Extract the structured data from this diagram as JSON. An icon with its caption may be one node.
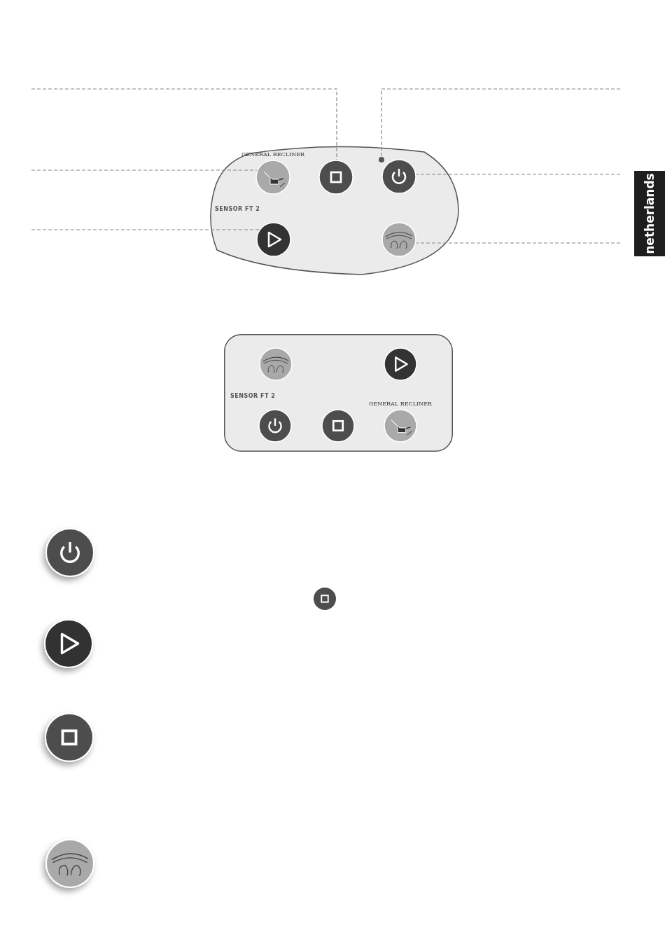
{
  "diagram": {
    "nodes": [
      {
        "text": [
          "SENSOR FT 2"
        ]
      },
      {
        "text": [
          "GENERAL RECLINER"
        ],
        "in": 0
      },
      {
        "text": [],
        "shape": "circle",
        "in": 0
      },
      {
        "text": [],
        "shape": "circle",
        "in": 0
      },
      {
        "text": [],
        "shape": "circle",
        "in": 0
      },
      {
        "text": [],
        "shape": "circle",
        "in": 0
      },
      {
        "text": [],
        "shape": "circle",
        "in": 0
      },
      {
        "text": [
          "SENSOR FT 2"
        ]
      },
      {
        "text": [],
        "shape": "circle",
        "in": 7
      },
      {
        "text": [],
        "shape": "circle",
        "in": 7
      },
      {
        "text": [],
        "shape": "circle",
        "in": 7
      },
      {
        "text": [],
        "shape": "circle",
        "in": 7
      },
      {
        "text": [
          "GENERAL RECLINER"
        ],
        "in": 7
      }
    ],
    "edges": [
      {
        "from": null,
        "to": 2,
        "arrow": "none",
        "style": "dashed"
      },
      {
        "from": null,
        "to": 3,
        "arrow": "none",
        "style": "dashed"
      },
      {
        "from": null,
        "to": 1,
        "arrow": "none",
        "style": "dashed"
      },
      {
        "from": null,
        "to": 4,
        "arrow": "none",
        "style": "dashed"
      },
      {
        "from": null,
        "to": 5,
        "arrow": "none",
        "style": "dashed"
      },
      {
        "from": null,
        "to": 6,
        "arrow": "none",
        "style": "dashed"
      }
    ],
    "labels": [
      "netherlands"
    ]
  }
}
